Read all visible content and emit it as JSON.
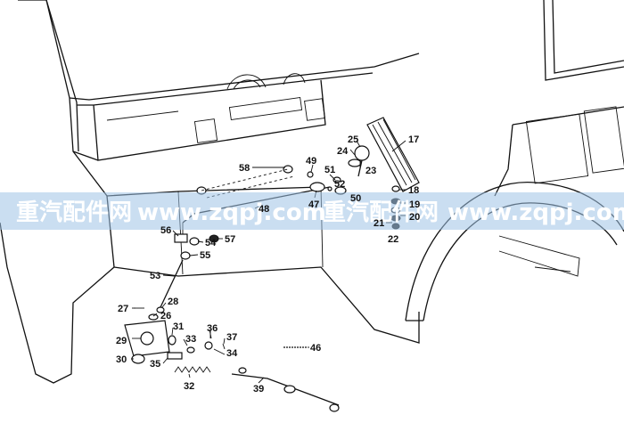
{
  "watermark": {
    "left_text": "重汽配件网",
    "left_url": "www.zqpj.com",
    "right_text": "重汽配件网",
    "right_url": "www.zqpj.com",
    "band_color": "#9ec3e6"
  },
  "callouts": [
    {
      "id": "c17",
      "label": "17"
    },
    {
      "id": "c18",
      "label": "18"
    },
    {
      "id": "c19",
      "label": "19"
    },
    {
      "id": "c20",
      "label": "20"
    },
    {
      "id": "c21",
      "label": "21"
    },
    {
      "id": "c22",
      "label": "22"
    },
    {
      "id": "c23",
      "label": "23"
    },
    {
      "id": "c24",
      "label": "24"
    },
    {
      "id": "c25",
      "label": "25"
    },
    {
      "id": "c26",
      "label": "26"
    },
    {
      "id": "c27",
      "label": "27"
    },
    {
      "id": "c28",
      "label": "28"
    },
    {
      "id": "c29",
      "label": "29"
    },
    {
      "id": "c30",
      "label": "30"
    },
    {
      "id": "c31",
      "label": "31"
    },
    {
      "id": "c32",
      "label": "32"
    },
    {
      "id": "c33",
      "label": "33"
    },
    {
      "id": "c34",
      "label": "34"
    },
    {
      "id": "c35",
      "label": "35"
    },
    {
      "id": "c36",
      "label": "36"
    },
    {
      "id": "c37",
      "label": "37"
    },
    {
      "id": "c39",
      "label": "39"
    },
    {
      "id": "c46",
      "label": "46"
    },
    {
      "id": "c47",
      "label": "47"
    },
    {
      "id": "c48",
      "label": "48"
    },
    {
      "id": "c49",
      "label": "49"
    },
    {
      "id": "c50",
      "label": "50"
    },
    {
      "id": "c51",
      "label": "51"
    },
    {
      "id": "c52",
      "label": "52"
    },
    {
      "id": "c53",
      "label": "53"
    },
    {
      "id": "c54",
      "label": "54"
    },
    {
      "id": "c55",
      "label": "55"
    },
    {
      "id": "c56",
      "label": "56"
    },
    {
      "id": "c57",
      "label": "57"
    },
    {
      "id": "c58",
      "label": "58"
    }
  ]
}
